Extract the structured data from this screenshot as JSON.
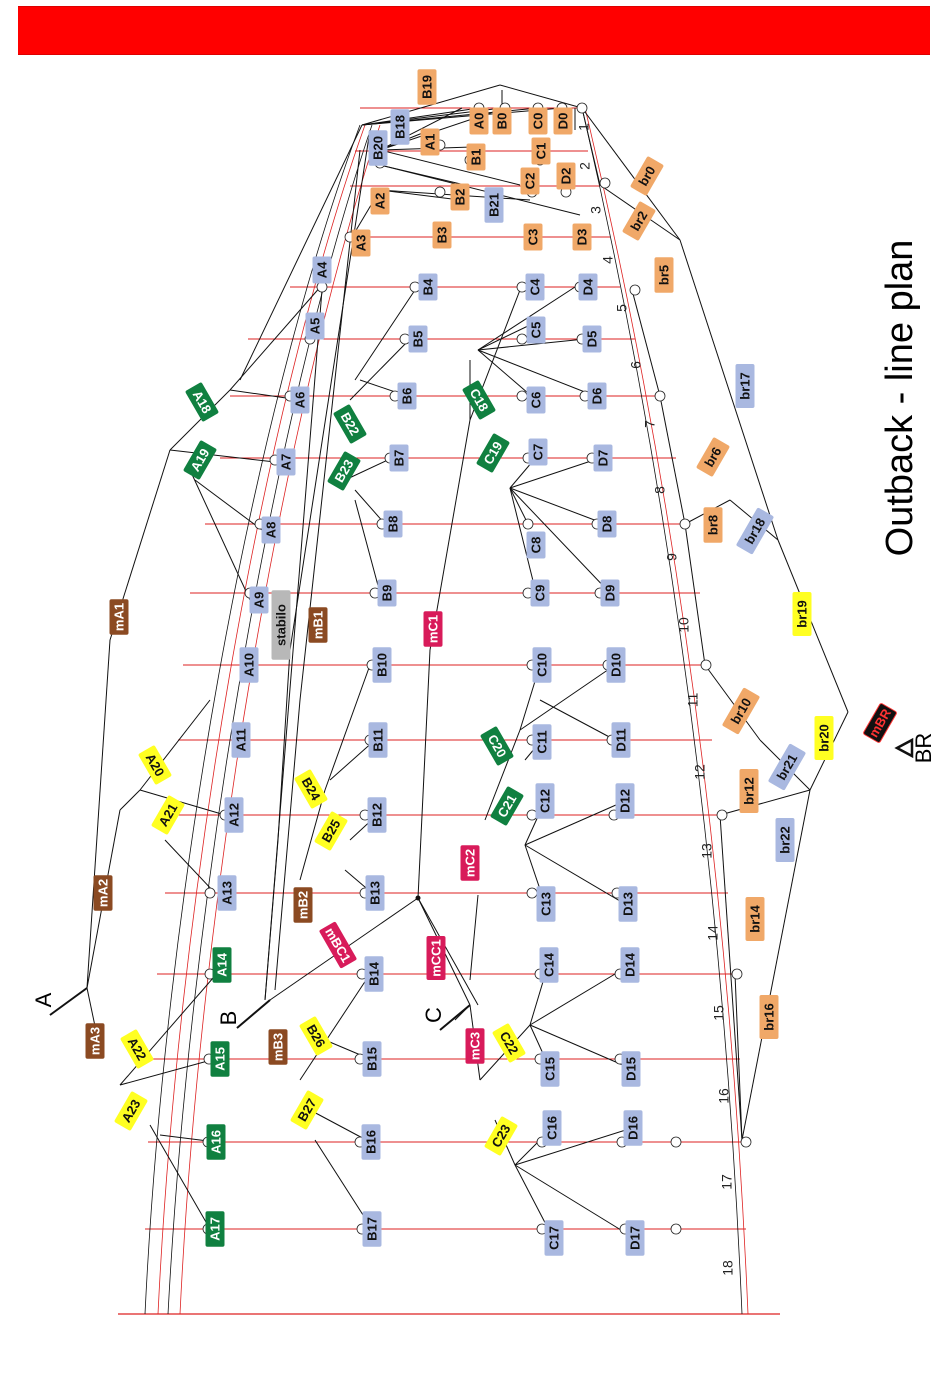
{
  "title": "Outback - line plan",
  "colors": {
    "header": "#ff0000",
    "line": "#111111",
    "row": "#dd2222",
    "blue": "#a9b8e0",
    "orange": "#f0a868",
    "yellow": "#ffff22",
    "green": "#108040",
    "brown": "#8b4a22",
    "crimson": "#d81b5a",
    "gray": "#b8b8b8",
    "black": "#111111"
  },
  "row_numbers": [
    "1",
    "2",
    "3",
    "4",
    "5",
    "6",
    "7",
    "8",
    "9",
    "10",
    "11",
    "12",
    "13",
    "14",
    "15",
    "16",
    "17",
    "18"
  ],
  "side_labels": [
    "A",
    "B",
    "C"
  ],
  "riser_label": "BR",
  "labels": [
    {
      "t": "A0",
      "c": "orange"
    },
    {
      "t": "B0",
      "c": "orange"
    },
    {
      "t": "C0",
      "c": "orange"
    },
    {
      "t": "D0",
      "c": "orange"
    },
    {
      "t": "A1",
      "c": "orange"
    },
    {
      "t": "B1",
      "c": "orange"
    },
    {
      "t": "C1",
      "c": "orange"
    },
    {
      "t": "A2",
      "c": "orange"
    },
    {
      "t": "B2",
      "c": "orange"
    },
    {
      "t": "C2",
      "c": "orange"
    },
    {
      "t": "D2",
      "c": "orange"
    },
    {
      "t": "A3",
      "c": "orange"
    },
    {
      "t": "B3",
      "c": "orange"
    },
    {
      "t": "C3",
      "c": "orange"
    },
    {
      "t": "D3",
      "c": "orange"
    },
    {
      "t": "B19",
      "c": "orange"
    },
    {
      "t": "B18",
      "c": "blue"
    },
    {
      "t": "B20",
      "c": "blue"
    },
    {
      "t": "B21",
      "c": "blue"
    },
    {
      "t": "A4",
      "c": "blue"
    },
    {
      "t": "B4",
      "c": "blue"
    },
    {
      "t": "C4",
      "c": "blue"
    },
    {
      "t": "D4",
      "c": "blue"
    },
    {
      "t": "A5",
      "c": "blue"
    },
    {
      "t": "B5",
      "c": "blue"
    },
    {
      "t": "C5",
      "c": "blue"
    },
    {
      "t": "D5",
      "c": "blue"
    },
    {
      "t": "A6",
      "c": "blue"
    },
    {
      "t": "B6",
      "c": "blue"
    },
    {
      "t": "C6",
      "c": "blue"
    },
    {
      "t": "D6",
      "c": "blue"
    },
    {
      "t": "A7",
      "c": "blue"
    },
    {
      "t": "B7",
      "c": "blue"
    },
    {
      "t": "C7",
      "c": "blue"
    },
    {
      "t": "D7",
      "c": "blue"
    },
    {
      "t": "A8",
      "c": "blue"
    },
    {
      "t": "B8",
      "c": "blue"
    },
    {
      "t": "C8",
      "c": "blue"
    },
    {
      "t": "D8",
      "c": "blue"
    },
    {
      "t": "A9",
      "c": "blue"
    },
    {
      "t": "B9",
      "c": "blue"
    },
    {
      "t": "C9",
      "c": "blue"
    },
    {
      "t": "D9",
      "c": "blue"
    },
    {
      "t": "A10",
      "c": "blue"
    },
    {
      "t": "B10",
      "c": "blue"
    },
    {
      "t": "C10",
      "c": "blue"
    },
    {
      "t": "D10",
      "c": "blue"
    },
    {
      "t": "A11",
      "c": "blue"
    },
    {
      "t": "B11",
      "c": "blue"
    },
    {
      "t": "C11",
      "c": "blue"
    },
    {
      "t": "D11",
      "c": "blue"
    },
    {
      "t": "A12",
      "c": "blue"
    },
    {
      "t": "B12",
      "c": "blue"
    },
    {
      "t": "C12",
      "c": "blue"
    },
    {
      "t": "D12",
      "c": "blue"
    },
    {
      "t": "A13",
      "c": "blue"
    },
    {
      "t": "B13",
      "c": "blue"
    },
    {
      "t": "C13",
      "c": "blue"
    },
    {
      "t": "D13",
      "c": "blue"
    },
    {
      "t": "A14",
      "c": "green"
    },
    {
      "t": "B14",
      "c": "blue"
    },
    {
      "t": "C14",
      "c": "blue"
    },
    {
      "t": "D14",
      "c": "blue"
    },
    {
      "t": "A15",
      "c": "green"
    },
    {
      "t": "B15",
      "c": "blue"
    },
    {
      "t": "C15",
      "c": "blue"
    },
    {
      "t": "D15",
      "c": "blue"
    },
    {
      "t": "A16",
      "c": "green"
    },
    {
      "t": "B16",
      "c": "blue"
    },
    {
      "t": "C16",
      "c": "blue"
    },
    {
      "t": "D16",
      "c": "blue"
    },
    {
      "t": "A17",
      "c": "green"
    },
    {
      "t": "B17",
      "c": "blue"
    },
    {
      "t": "C17",
      "c": "blue"
    },
    {
      "t": "D17",
      "c": "blue"
    },
    {
      "t": "A18",
      "c": "green"
    },
    {
      "t": "A19",
      "c": "green"
    },
    {
      "t": "B22",
      "c": "green"
    },
    {
      "t": "B23",
      "c": "green"
    },
    {
      "t": "C18",
      "c": "green"
    },
    {
      "t": "C19",
      "c": "green"
    },
    {
      "t": "C20",
      "c": "green"
    },
    {
      "t": "C21",
      "c": "green"
    },
    {
      "t": "A20",
      "c": "yellow"
    },
    {
      "t": "A21",
      "c": "yellow"
    },
    {
      "t": "A22",
      "c": "yellow"
    },
    {
      "t": "A23",
      "c": "yellow"
    },
    {
      "t": "B24",
      "c": "yellow"
    },
    {
      "t": "B25",
      "c": "yellow"
    },
    {
      "t": "B26",
      "c": "yellow"
    },
    {
      "t": "B27",
      "c": "yellow"
    },
    {
      "t": "C22",
      "c": "yellow"
    },
    {
      "t": "C23",
      "c": "yellow"
    },
    {
      "t": "mA1",
      "c": "brown"
    },
    {
      "t": "mA2",
      "c": "brown"
    },
    {
      "t": "mA3",
      "c": "brown"
    },
    {
      "t": "mB1",
      "c": "brown"
    },
    {
      "t": "mB2",
      "c": "brown"
    },
    {
      "t": "mB3",
      "c": "brown"
    },
    {
      "t": "mC1",
      "c": "crimson"
    },
    {
      "t": "mC2",
      "c": "crimson"
    },
    {
      "t": "mC3",
      "c": "crimson"
    },
    {
      "t": "mBC1",
      "c": "crimson"
    },
    {
      "t": "mCC1",
      "c": "crimson"
    },
    {
      "t": "stabilo",
      "c": "gray"
    },
    {
      "t": "br0",
      "c": "orange"
    },
    {
      "t": "br2",
      "c": "orange"
    },
    {
      "t": "br5",
      "c": "orange"
    },
    {
      "t": "br6",
      "c": "orange"
    },
    {
      "t": "br8",
      "c": "orange"
    },
    {
      "t": "br10",
      "c": "orange"
    },
    {
      "t": "br12",
      "c": "orange"
    },
    {
      "t": "br14",
      "c": "orange"
    },
    {
      "t": "br16",
      "c": "orange"
    },
    {
      "t": "br17",
      "c": "blue"
    },
    {
      "t": "br18",
      "c": "blue"
    },
    {
      "t": "br21",
      "c": "blue"
    },
    {
      "t": "br22",
      "c": "blue"
    },
    {
      "t": "br19",
      "c": "yellow"
    },
    {
      "t": "br20",
      "c": "yellow"
    },
    {
      "t": "mBR",
      "c": "black"
    }
  ]
}
